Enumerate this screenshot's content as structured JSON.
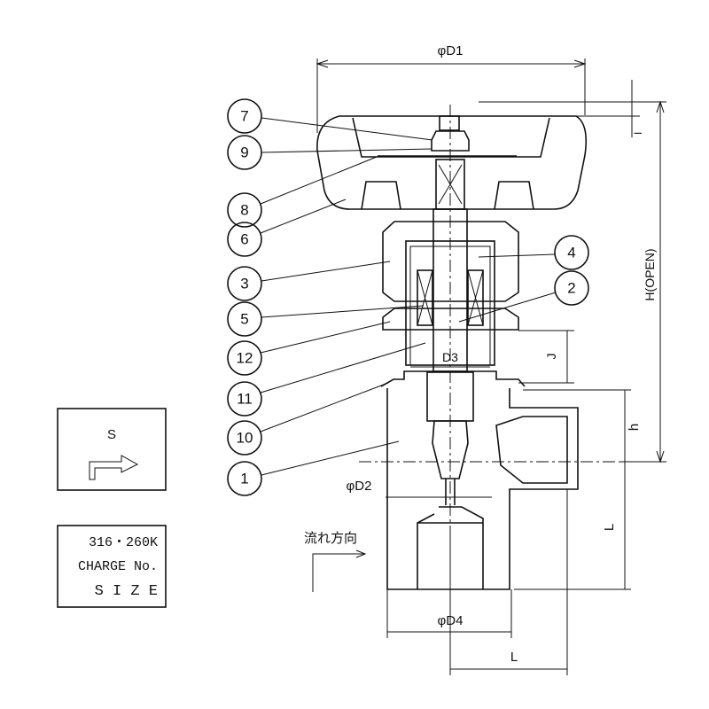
{
  "drawing": {
    "balloons": [
      "7",
      "9",
      "8",
      "6",
      "3",
      "5",
      "12",
      "11",
      "10",
      "1",
      "4",
      "2"
    ],
    "dimensions": {
      "d1": "φD1",
      "i": "I",
      "h_open": "H(OPEN)",
      "j": "J",
      "d3": "D3",
      "h": "h",
      "d2": "φD2",
      "l_vertical": "L",
      "d4": "φD4",
      "l_horizontal": "L"
    },
    "flow_direction_label": "流れ方向"
  },
  "legend_boxes": {
    "symbol_box": {
      "letter": "S"
    },
    "marking_box": {
      "lines": [
        "316・260K",
        "CHARGE No.",
        "S I Z E"
      ]
    }
  }
}
